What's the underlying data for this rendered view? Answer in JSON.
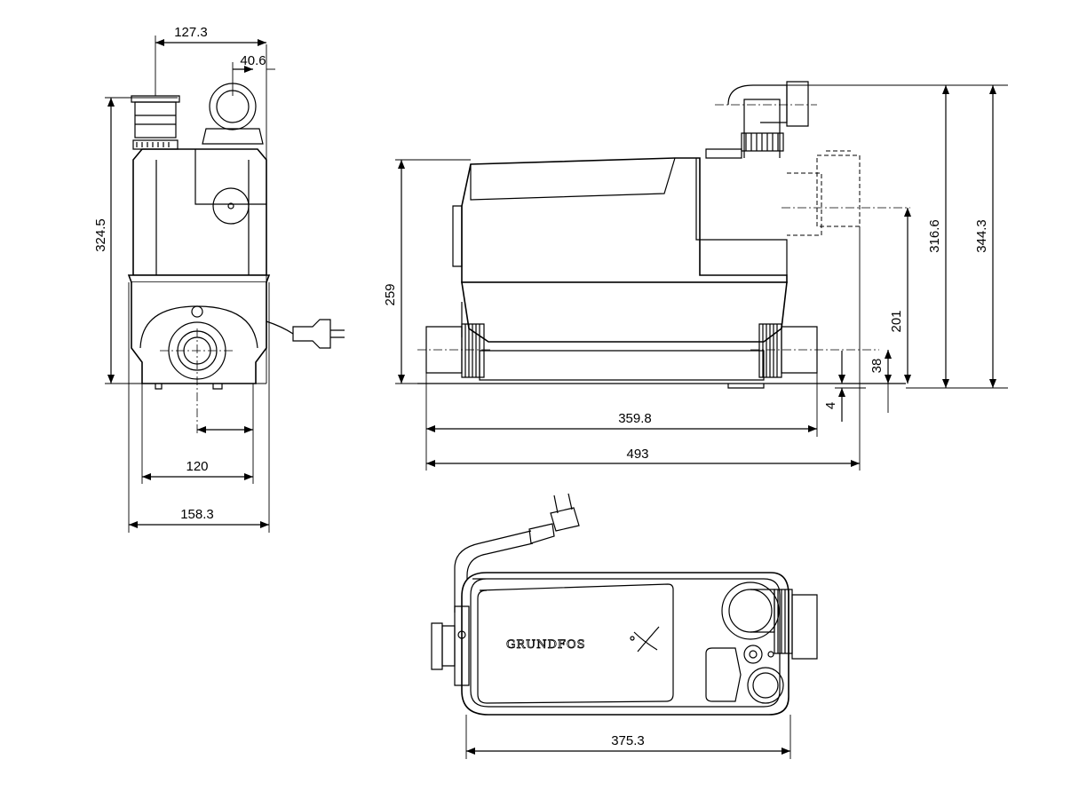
{
  "brand": {
    "logo_text": "GRUNDFOS"
  },
  "dimensions": {
    "front_top_width": "127.3",
    "front_outlet_offset": "40.6",
    "front_height": "324.5",
    "front_inlet_spacing": "120",
    "front_base_width": "158.3",
    "side_height_body": "259",
    "side_height_outlet": "316.6",
    "side_height_total": "344.3",
    "side_inlet_height": "201",
    "side_low_inlet": "38",
    "side_foot": "4",
    "side_inner_length": "359.8",
    "side_total_length": "493",
    "top_length": "375.3"
  }
}
